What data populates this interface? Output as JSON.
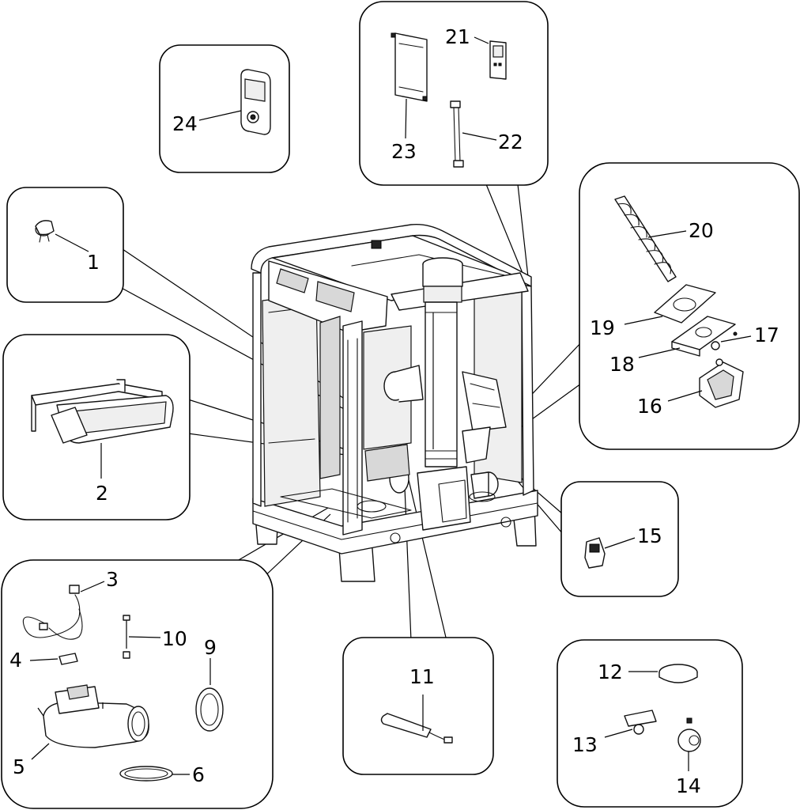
{
  "diagram": {
    "callouts": [
      {
        "id": "1",
        "text": "1"
      },
      {
        "id": "2",
        "text": "2"
      },
      {
        "id": "3",
        "text": "3"
      },
      {
        "id": "4",
        "text": "4"
      },
      {
        "id": "5",
        "text": "5"
      },
      {
        "id": "6",
        "text": "6"
      },
      {
        "id": "9",
        "text": "9"
      },
      {
        "id": "10",
        "text": "10"
      },
      {
        "id": "11",
        "text": "11"
      },
      {
        "id": "12",
        "text": "12"
      },
      {
        "id": "13",
        "text": "13"
      },
      {
        "id": "14",
        "text": "14"
      },
      {
        "id": "15",
        "text": "15"
      },
      {
        "id": "16",
        "text": "16"
      },
      {
        "id": "17",
        "text": "17"
      },
      {
        "id": "18",
        "text": "18"
      },
      {
        "id": "19",
        "text": "19"
      },
      {
        "id": "20",
        "text": "20"
      },
      {
        "id": "21",
        "text": "21"
      },
      {
        "id": "22",
        "text": "22"
      },
      {
        "id": "23",
        "text": "23"
      },
      {
        "id": "24",
        "text": "24"
      }
    ]
  }
}
